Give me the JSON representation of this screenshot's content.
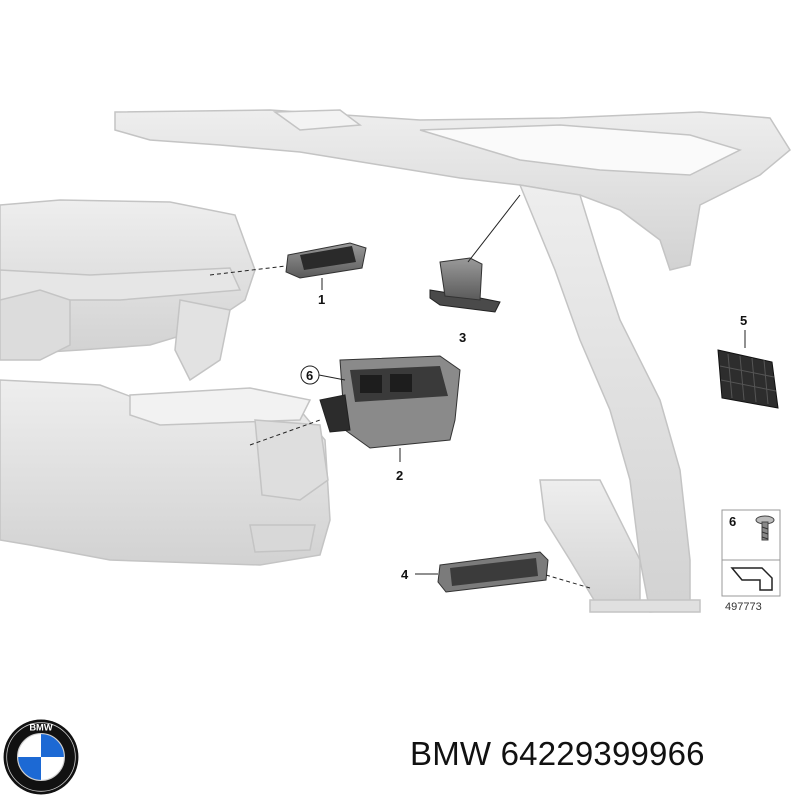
{
  "callouts": {
    "c1": "1",
    "c2": "2",
    "c3": "3",
    "c4": "4",
    "c5": "5",
    "c6": "6"
  },
  "legend": {
    "item_number": "6",
    "diagram_number": "497773"
  },
  "caption": {
    "brand": "BMW",
    "part_number": "64229399966"
  },
  "logo": {
    "letters": "BMW",
    "colors": {
      "blue": "#1c69d4",
      "white": "#ffffff",
      "ring": "#111111"
    }
  }
}
